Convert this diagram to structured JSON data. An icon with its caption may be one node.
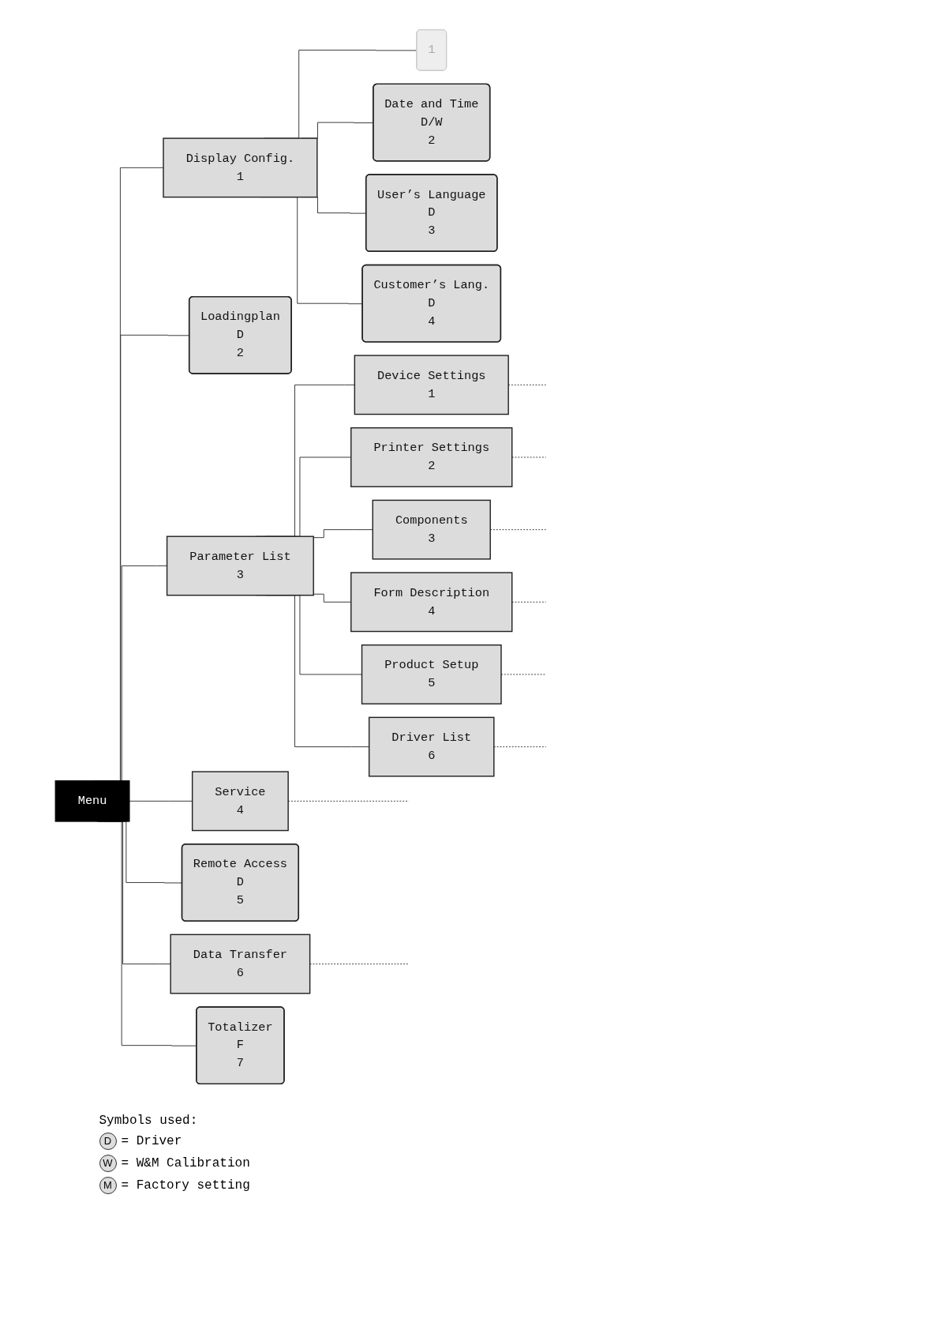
{
  "diagram": {
    "nodes": [
      {
        "text": [
          "Menu"
        ]
      },
      {
        "text": [
          "Display Config.",
          "1"
        ]
      },
      {
        "text": [
          "1"
        ]
      },
      {
        "text": [
          "Date and Time",
          "D/W",
          "2"
        ]
      },
      {
        "text": [
          "User’s Language",
          "D",
          "3"
        ]
      },
      {
        "text": [
          "Customer’s Lang.",
          "D",
          "4"
        ]
      },
      {
        "text": [
          "Loadingplan",
          "D",
          "2"
        ]
      },
      {
        "text": [
          "Parameter List",
          "3"
        ]
      },
      {
        "text": [
          "Device Settings",
          "1"
        ]
      },
      {
        "text": [
          "Printer Settings",
          "2"
        ]
      },
      {
        "text": [
          "Components",
          "3"
        ]
      },
      {
        "text": [
          "Form Description",
          "4"
        ]
      },
      {
        "text": [
          "Product Setup",
          "5"
        ]
      },
      {
        "text": [
          "Driver List",
          "6"
        ]
      },
      {
        "text": [
          "Service",
          "4"
        ]
      },
      {
        "text": [
          "Remote Access",
          "D",
          "5"
        ]
      },
      {
        "text": [
          "Data Transfer",
          "6"
        ]
      },
      {
        "text": [
          "Totalizer",
          "F",
          "7"
        ]
      }
    ],
    "edges": [
      {
        "from": 0,
        "to": 1,
        "arrow": "none"
      },
      {
        "from": 1,
        "to": 2,
        "arrow": "none"
      },
      {
        "from": 1,
        "to": 3,
        "arrow": "none"
      },
      {
        "from": 1,
        "to": 4,
        "arrow": "none"
      },
      {
        "from": 1,
        "to": 5,
        "arrow": "none"
      },
      {
        "from": 0,
        "to": 6,
        "arrow": "none"
      },
      {
        "from": 0,
        "to": 7,
        "arrow": "none"
      },
      {
        "from": 7,
        "to": 8,
        "arrow": "none"
      },
      {
        "from": 7,
        "to": 9,
        "arrow": "none"
      },
      {
        "from": 7,
        "to": 10,
        "arrow": "none"
      },
      {
        "from": 7,
        "to": 11,
        "arrow": "none"
      },
      {
        "from": 7,
        "to": 12,
        "arrow": "none"
      },
      {
        "from": 7,
        "to": 13,
        "arrow": "none"
      },
      {
        "from": 8,
        "to": null,
        "arrow": "none",
        "style": "dashed"
      },
      {
        "from": 9,
        "to": null,
        "arrow": "none",
        "style": "dashed"
      },
      {
        "from": 10,
        "to": null,
        "arrow": "none",
        "style": "dashed"
      },
      {
        "from": 11,
        "to": null,
        "arrow": "none",
        "style": "dashed"
      },
      {
        "from": 12,
        "to": null,
        "arrow": "none",
        "style": "dashed"
      },
      {
        "from": 13,
        "to": null,
        "arrow": "none",
        "style": "dashed"
      },
      {
        "from": 0,
        "to": 14,
        "arrow": "none"
      },
      {
        "from": 14,
        "to": null,
        "arrow": "none",
        "style": "dashed"
      },
      {
        "from": 0,
        "to": 15,
        "arrow": "none"
      },
      {
        "from": 0,
        "to": 16,
        "arrow": "none"
      },
      {
        "from": 16,
        "to": null,
        "arrow": "none",
        "style": "dashed"
      },
      {
        "from": 0,
        "to": 17,
        "arrow": "none"
      }
    ],
    "labels": [
      "Symbols used:",
      "D",
      "= Driver",
      "W",
      "= W&M Calibration",
      "M",
      "= Factory setting"
    ]
  }
}
